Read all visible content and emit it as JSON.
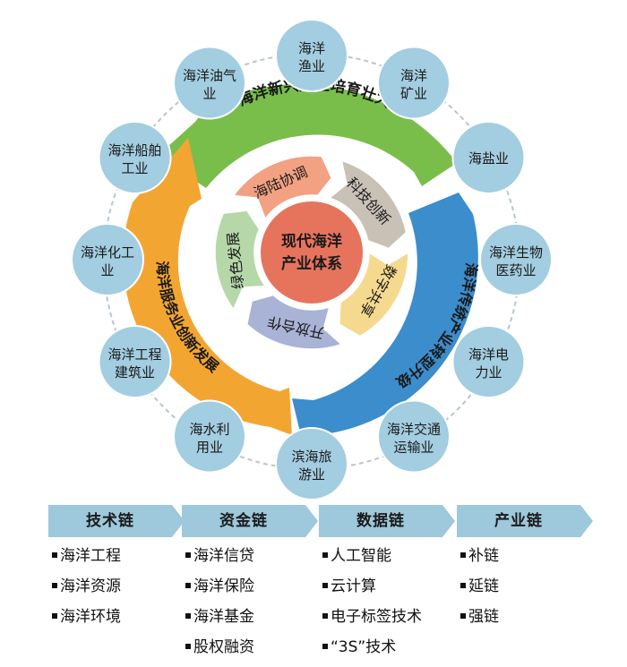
{
  "center": {
    "line1": "现代海洋",
    "line2": "产业体系"
  },
  "inner_ring": [
    {
      "label": "海陆协调",
      "color": "#f2a183"
    },
    {
      "label": "科技创新",
      "color": "#c9c0b6"
    },
    {
      "label": "数字共享",
      "color": "#f5d98e"
    },
    {
      "label": "开放合作",
      "color": "#a9b3d6"
    },
    {
      "label": "绿色发展",
      "color": "#b6d8a8"
    }
  ],
  "outer_arcs": [
    {
      "label": "海洋新兴产业培育壮大",
      "color": "#79be4a"
    },
    {
      "label": "海洋传统产业转型升级",
      "color": "#3c8dcc"
    },
    {
      "label": "海洋服务业创新发展",
      "color": "#f3a532"
    }
  ],
  "industries": [
    {
      "line1": "海洋",
      "line2": "渔业"
    },
    {
      "line1": "海洋",
      "line2": "矿业"
    },
    {
      "line1": "海盐业",
      "line2": ""
    },
    {
      "line1": "海洋生物",
      "line2": "医药业"
    },
    {
      "line1": "海洋电",
      "line2": "力业"
    },
    {
      "line1": "海洋交通",
      "line2": "运输业"
    },
    {
      "line1": "滨海旅",
      "line2": "游业"
    },
    {
      "line1": "海水利",
      "line2": "用业"
    },
    {
      "line1": "海洋工程",
      "line2": "建筑业"
    },
    {
      "line1": "海洋化工",
      "line2": "业"
    },
    {
      "line1": "海洋船舶",
      "line2": "工业"
    },
    {
      "line1": "海洋油气",
      "line2": "业"
    }
  ],
  "chains": [
    {
      "title": "技术链",
      "items": [
        "海洋工程",
        "海洋资源",
        "海洋环境"
      ]
    },
    {
      "title": "资金链",
      "items": [
        "海洋信贷",
        "海洋保险",
        "海洋基金",
        "股权融资"
      ]
    },
    {
      "title": "数据链",
      "items": [
        "人工智能",
        "云计算",
        "电子标签技术",
        "“3S”技术"
      ]
    },
    {
      "title": "产业链",
      "items": [
        "补链",
        "延链",
        "强链"
      ]
    }
  ],
  "colors": {
    "bubble": "#a3cde0",
    "chain_header": "#9ec8db",
    "center": "#e6745d"
  }
}
